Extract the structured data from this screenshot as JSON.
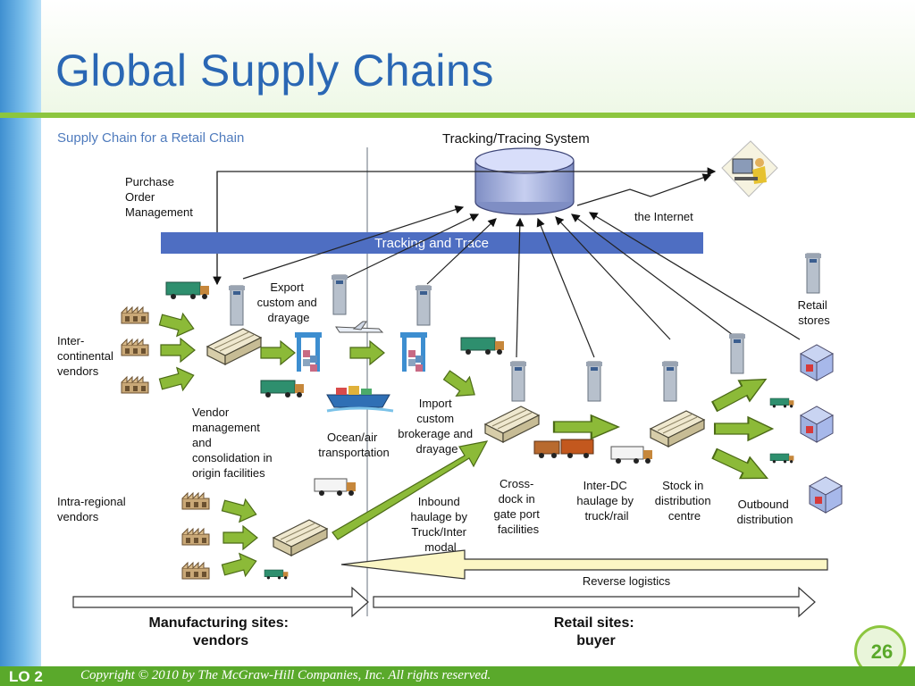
{
  "slide": {
    "title": "Global Supply Chains",
    "lo_label": "LO",
    "lo_number": "2",
    "copyright": "Copyright © 2010 by The McGraw-Hill Companies, Inc. All rights reserved.",
    "page_number": "26",
    "accent_color": "#8cc63f",
    "title_color": "#2a67b4"
  },
  "diagram": {
    "caption": "Supply Chain for a Retail Chain",
    "tracking_system": "Tracking/Tracing System",
    "purchase_order": [
      "Purchase",
      "Order",
      "Management"
    ],
    "internet": "the Internet",
    "tracking_bar": "Tracking and Trace",
    "export": [
      "Export",
      "custom and",
      "drayage"
    ],
    "retail_stores": [
      "Retail",
      "stores"
    ],
    "intercontinental_vendors": [
      "Inter-",
      "continental",
      "vendors"
    ],
    "vendor_management": [
      "Vendor",
      "management",
      "and",
      "consolidation in",
      "origin facilities"
    ],
    "ocean_air": [
      "Ocean/air",
      "transportation"
    ],
    "import": [
      "Import",
      "custom",
      "brokerage and",
      "drayage"
    ],
    "cross_dock": [
      "Cross-",
      "dock in",
      "gate port",
      "facilities"
    ],
    "inter_dc": [
      "Inter-DC",
      "haulage by",
      "truck/rail"
    ],
    "stock_dc": [
      "Stock in",
      "distribution",
      "centre"
    ],
    "outbound": [
      "Outbound",
      "distribution"
    ],
    "intra_regional": [
      "Intra-regional",
      "vendors"
    ],
    "inbound": [
      "Inbound",
      "haulage by",
      "Truck/Inter",
      "modal"
    ],
    "reverse_logistics": "Reverse logistics",
    "manufacturing_sites": [
      "Manufacturing sites:",
      "vendors"
    ],
    "retail_sites": [
      "Retail sites:",
      "buyer"
    ]
  }
}
